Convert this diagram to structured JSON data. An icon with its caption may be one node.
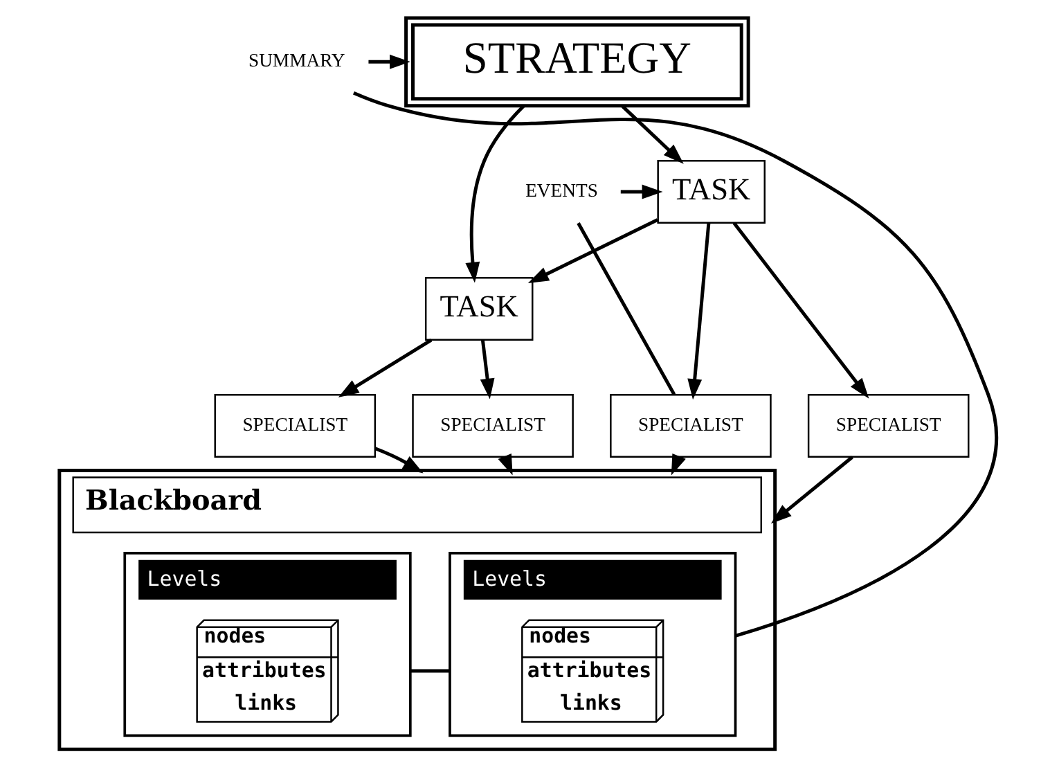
{
  "diagram": {
    "nodes": [
      {
        "text": [
          "STRATEGY"
        ]
      },
      {
        "text": [
          "TASK"
        ]
      },
      {
        "text": [
          "TASK"
        ]
      },
      {
        "text": [
          "SUMMARY"
        ]
      },
      {
        "text": [
          "EVENTS"
        ]
      },
      {
        "text": [
          "SPECIALIST"
        ]
      },
      {
        "text": [
          "SPECIALIST"
        ]
      },
      {
        "text": [
          "SPECIALIST"
        ]
      },
      {
        "text": [
          "SPECIALIST"
        ]
      },
      {
        "text": [
          "Blackboard"
        ]
      },
      {
        "text": [
          "Levels"
        ],
        "in": 9
      },
      {
        "text": [
          "nodes",
          "attributes",
          "links"
        ],
        "in": 10
      },
      {
        "text": [
          "Levels"
        ],
        "in": 9
      },
      {
        "text": [
          "nodes",
          "attributes",
          "links"
        ],
        "in": 12
      }
    ],
    "edges": [
      {
        "from": 3,
        "to": 0,
        "arrow": "to"
      },
      {
        "from": 0,
        "to": 1,
        "arrow": "to"
      },
      {
        "from": 0,
        "to": 2,
        "arrow": "to"
      },
      {
        "from": 4,
        "to": 1,
        "arrow": "to"
      },
      {
        "from": 1,
        "to": 2,
        "arrow": "to"
      },
      {
        "from": 1,
        "to": 5,
        "arrow": "to"
      },
      {
        "from": 1,
        "to": 6,
        "arrow": "to"
      },
      {
        "from": 2,
        "to": 7,
        "arrow": "to"
      },
      {
        "from": 2,
        "to": 8,
        "arrow": "to"
      },
      {
        "from": 5,
        "to": 9,
        "arrow": "to"
      },
      {
        "from": 6,
        "to": 9,
        "arrow": "to"
      },
      {
        "from": 7,
        "to": 9,
        "arrow": "to"
      },
      {
        "from": 8,
        "to": 9,
        "arrow": "to"
      },
      {
        "from": 5,
        "to": 4,
        "arrow": "none"
      },
      {
        "from": 10,
        "to": 3,
        "arrow": "none"
      },
      {
        "from": 10,
        "to": 12,
        "arrow": "none"
      }
    ]
  }
}
